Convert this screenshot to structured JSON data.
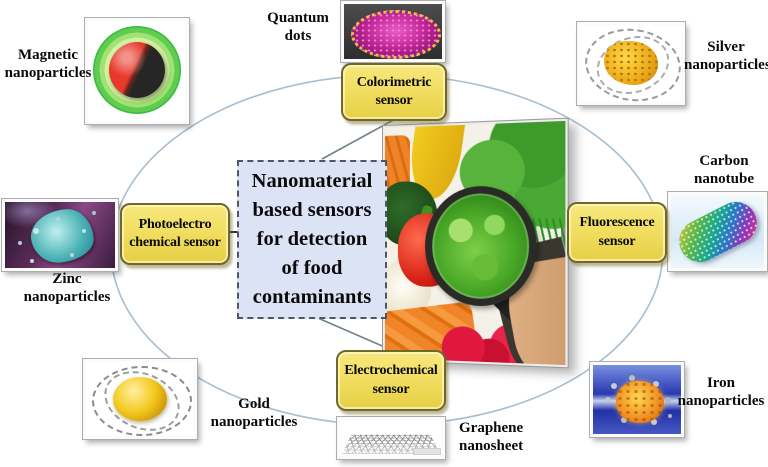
{
  "diagram": {
    "center": {
      "lines": [
        "Nanomaterial",
        "based sensors",
        "for detection",
        "of food",
        "contaminants"
      ]
    },
    "sensors": {
      "colorimetric": {
        "line1": "Colorimetric",
        "line2": "sensor"
      },
      "photoelectrochemical": {
        "line1": "Photoelectro",
        "line2": "chemical sensor"
      },
      "fluorescence": {
        "line1": "Fluorescence",
        "line2": "sensor"
      },
      "electrochemical": {
        "line1": "Electrochemical",
        "line2": "sensor"
      }
    },
    "materials": {
      "magnetic": {
        "line1": "Magnetic",
        "line2": "nanoparticles"
      },
      "quantum_dots": {
        "line1": "Quantum",
        "line2": "dots"
      },
      "silver": {
        "line1": "Silver",
        "line2": "nanoparticles"
      },
      "zinc": {
        "line1": "Zinc",
        "line2": "nanoparticles"
      },
      "carbon_nanotube": {
        "line1": "Carbon",
        "line2": "nanotube"
      },
      "gold": {
        "line1": "Gold",
        "line2": "nanoparticles"
      },
      "graphene": {
        "line1": "Graphene",
        "line2": "nanosheet"
      },
      "iron": {
        "line1": "Iron",
        "line2": "nanoparticles"
      }
    },
    "colors": {
      "sensor_box_fill": "#f0dc5c",
      "sensor_box_border": "#6f672c",
      "center_box_fill": "#dbe3f4",
      "center_box_border": "#50565f",
      "ellipse_stroke": "#a8bed0"
    }
  }
}
